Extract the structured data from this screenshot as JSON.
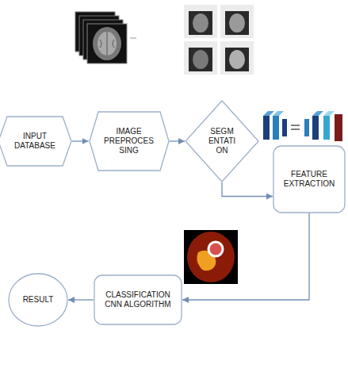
{
  "diagram": {
    "nodes": [
      {
        "text": [
          "INPUT DATABASE"
        ]
      },
      {
        "text": [
          "IMAGE PREPROCES SING"
        ]
      },
      {
        "text": [
          "SEGM ENTATI ON"
        ]
      },
      {
        "text": [
          "FEATURE EXTRACTION"
        ]
      },
      {
        "text": [
          "CLASSIFICATION CNN ALGORITHM"
        ]
      },
      {
        "text": [
          "RESULT"
        ]
      }
    ],
    "edges": [
      {
        "from": 0,
        "to": 1,
        "arrow": "to"
      },
      {
        "from": 1,
        "to": 2,
        "arrow": "to"
      },
      {
        "from": 2,
        "to": 3,
        "arrow": "to"
      },
      {
        "from": 3,
        "to": 4,
        "arrow": "to"
      },
      {
        "from": 4,
        "to": 5,
        "arrow": "to"
      }
    ]
  }
}
